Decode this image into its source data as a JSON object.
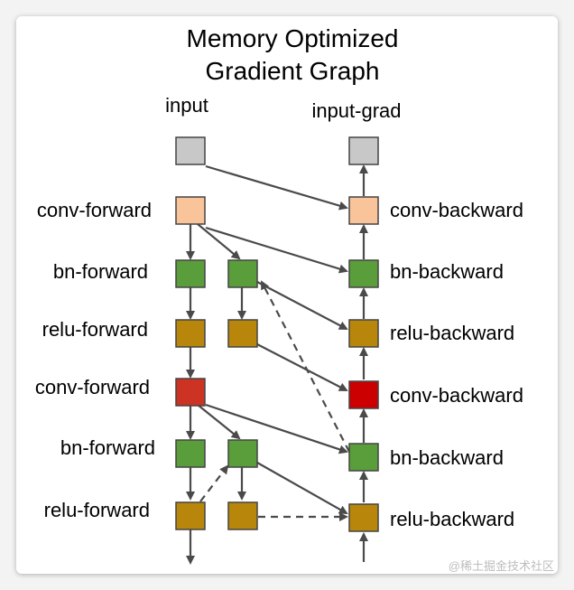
{
  "title": [
    "Memory Optimized",
    "Gradient Graph"
  ],
  "labels": {
    "input": "input",
    "input_grad": "input-grad",
    "conv_forward_1": "conv-forward",
    "bn_forward_1": "bn-forward",
    "relu_forward_1": "relu-forward",
    "conv_forward_2": "conv-forward",
    "bn_forward_2": "bn-forward",
    "relu_forward_2": "relu-forward",
    "conv_backward_1": "conv-backward",
    "bn_backward_1": "bn-backward",
    "relu_backward_1": "relu-backward",
    "conv_backward_2": "conv-backward",
    "bn_backward_2": "bn-backward",
    "relu_backward_2": "relu-backward"
  },
  "colors": {
    "input": "#c8c8c8",
    "conv1": "#f9c49a",
    "bn": "#5a9e3c",
    "relu": "#b8860b",
    "conv2_forward": "#cc3322",
    "conv2_backward": "#cc0000"
  },
  "watermark": "@稀土掘金技术社区"
}
